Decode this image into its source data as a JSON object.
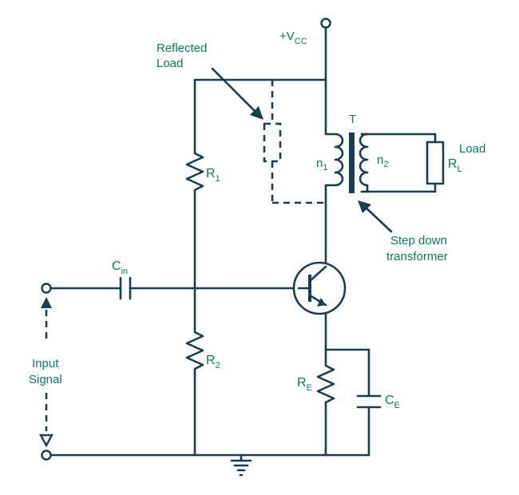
{
  "supply": {
    "main": "+V",
    "sub": "CC"
  },
  "reflected_load": {
    "line1": "Reflected",
    "line2": "Load"
  },
  "transformer": {
    "name": "T",
    "n1_main": "n",
    "n1_sub": "1",
    "n2_main": "n",
    "n2_sub": "2",
    "step_down_line1": "Step down",
    "step_down_line2": "transformer"
  },
  "load": {
    "title": "Load",
    "main": "R",
    "sub": "L"
  },
  "r1": {
    "main": "R",
    "sub": "1"
  },
  "r2": {
    "main": "R",
    "sub": "2"
  },
  "re": {
    "main": "R",
    "sub": "E"
  },
  "ce": {
    "main": "C",
    "sub": "E"
  },
  "cin": {
    "main": "C",
    "sub": "in"
  },
  "input_signal": {
    "line1": "Input",
    "line2": "Signal"
  },
  "colors": {
    "wire": "#1c3d4f",
    "label": "#0e7a55"
  }
}
